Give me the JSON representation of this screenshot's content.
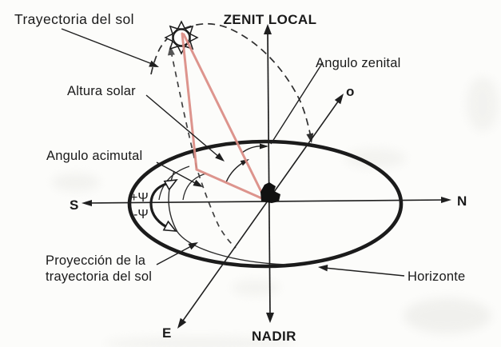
{
  "diagram": {
    "labels": {
      "zenit_local": "ZENIT LOCAL",
      "nadir": "NADIR",
      "north": "N",
      "south": "S",
      "east": "E",
      "west": "o",
      "trayectoria": "Trayectoria del sol",
      "altura_solar": "Altura solar",
      "angulo_zenital": "Angulo zenital",
      "angulo_acimutal": "Angulo acimutal",
      "proyeccion_line1": "Proyección de la",
      "proyeccion_line2": "trayectoria del sol",
      "horizonte": "Horizonte",
      "psi_plus": "+Ψ",
      "psi_minus": "-Ψ"
    },
    "colors": {
      "ink": "#1f1f1f",
      "sun_ray_red": "#db8c84",
      "background": "#fcfcfa"
    }
  }
}
